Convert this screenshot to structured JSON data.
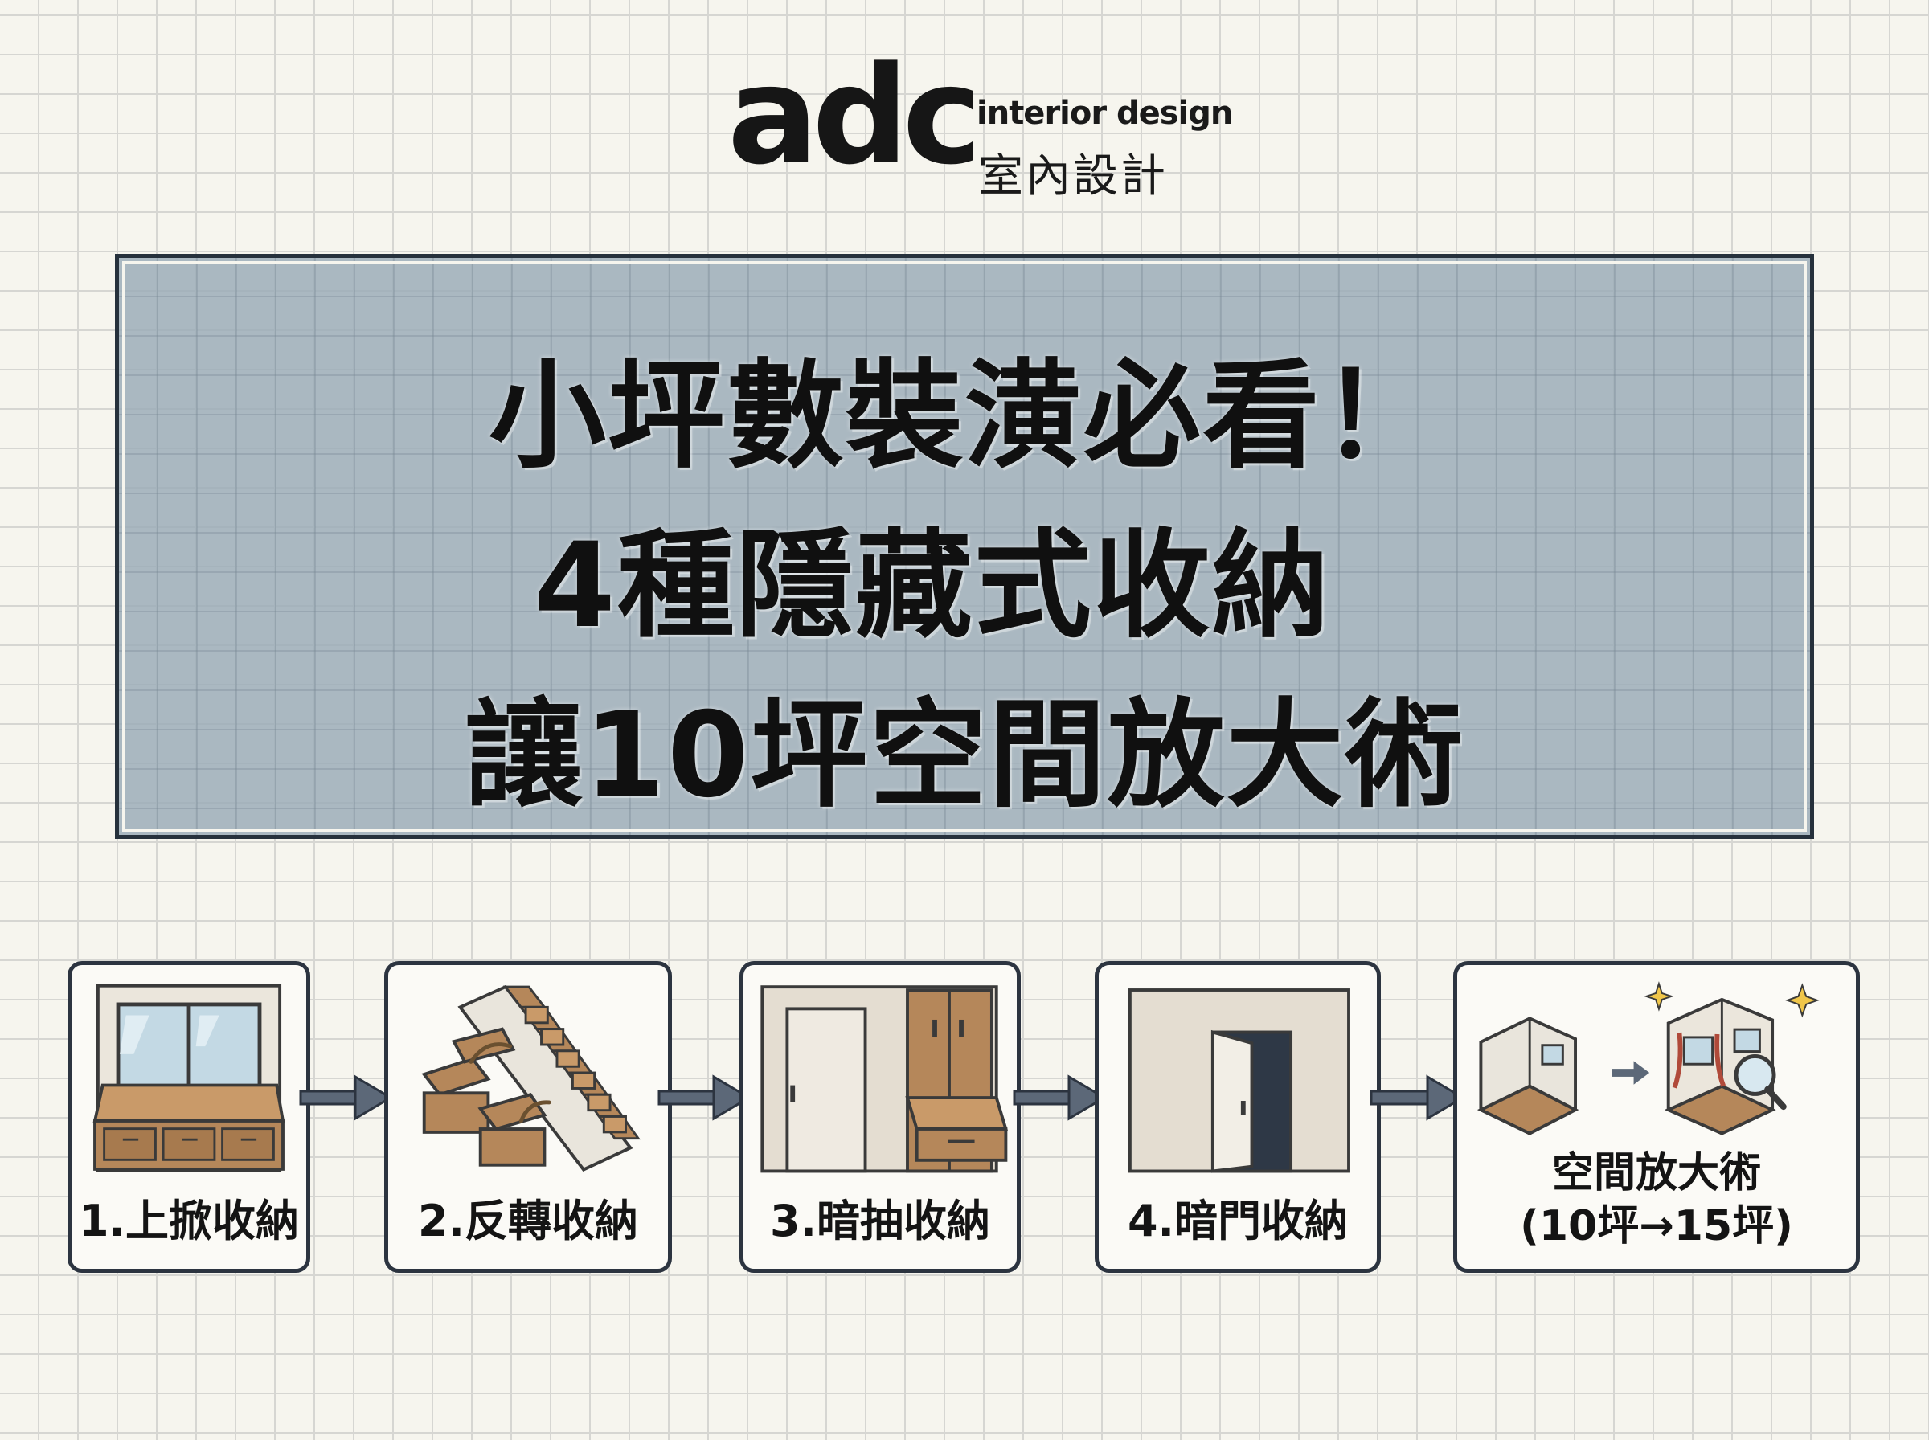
{
  "logo": {
    "mark": "adc",
    "english": "interior design",
    "chinese": "室內設計"
  },
  "title": {
    "line1": "小坪數裝潢必看！",
    "line2": "4種隱藏式收納",
    "line3": "讓10坪空間放大術"
  },
  "steps": [
    {
      "label": "1.上掀收納",
      "icon": "window-bench-storage-icon"
    },
    {
      "label": "2.反轉收納",
      "icon": "staircase-drawer-storage-icon"
    },
    {
      "label": "3.暗抽收納",
      "icon": "hidden-drawer-cabinet-icon"
    },
    {
      "label": "4.暗門收納",
      "icon": "hidden-door-icon"
    },
    {
      "label_line1": "空間放大術",
      "label_line2": "(10坪→15坪)",
      "icon": "room-expansion-icon"
    }
  ],
  "colors": {
    "background": "#f6f5ee",
    "grid": "#d6d6d2",
    "panel": "#9cadb9",
    "border": "#2c3440",
    "wood": "#b5875a"
  }
}
